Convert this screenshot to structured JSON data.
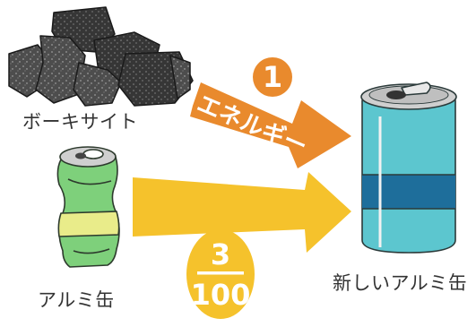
{
  "labels": {
    "bauxite": "ボーキサイト",
    "old_can": "アルミ缶",
    "new_can": "新しいアルミ缶"
  },
  "energy_arrow": {
    "text": "エネルギー",
    "badge_number": "1"
  },
  "recycle_fraction": {
    "numerator": "3",
    "denominator": "100"
  },
  "colors": {
    "orange": "#e98a2d",
    "yellow": "#f5c22c",
    "new_can_body": "#5cc6cf",
    "new_can_band": "#1e6e9b",
    "old_can_body": "#7ed07b",
    "old_can_band": "#e9ec8a",
    "rock": "#4a4a4a"
  }
}
